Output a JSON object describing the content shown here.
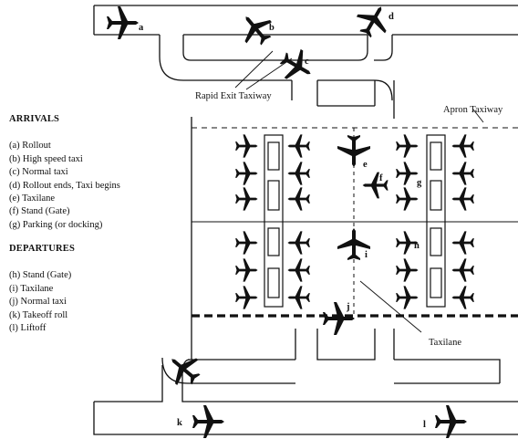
{
  "labels": {
    "rapid_exit": "Rapid Exit Taxiway",
    "apron_taxiway": "Apron Taxiway",
    "taxilane": "Taxilane"
  },
  "letters": {
    "a": "a",
    "b": "b",
    "c": "c",
    "d": "d",
    "e": "e",
    "f": "f",
    "g": "g",
    "h": "h",
    "i": "i",
    "j": "j",
    "k": "k",
    "l": "l"
  },
  "arrivals": {
    "heading": "ARRIVALS",
    "items": [
      "(a) Rollout",
      "(b) High speed taxi",
      "(c) Normal taxi",
      "(d) Rollout ends, Taxi begins",
      "(e) Taxilane",
      "(f)  Stand (Gate)",
      "(g) Parking (or docking)"
    ]
  },
  "departures": {
    "heading": "DEPARTURES",
    "items": [
      "(h) Stand (Gate)",
      "(i) Taxilane",
      "(j) Normal taxi",
      "(k) Takeoff roll",
      "(l) Liftoff"
    ]
  },
  "colors": {
    "ink": "#111111",
    "paper": "#ffffff"
  }
}
